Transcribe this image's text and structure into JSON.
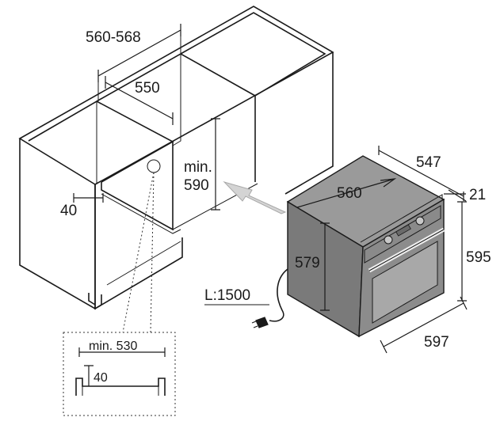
{
  "dimensions": {
    "cabinet_width": "560-568",
    "cabinet_inner_width": "550",
    "niche_height_min": "min.",
    "niche_height_value": "590",
    "side_offset": "40",
    "oven_depth": "547",
    "oven_inner_width": "560",
    "front_thickness": "21",
    "oven_height": "595",
    "oven_body_height": "579",
    "oven_width": "597",
    "cable_length": "L:1500",
    "detail_width": "min. 530",
    "detail_offset": "40"
  },
  "colors": {
    "line": "#1a1a1a",
    "oven_body": "#7a7a7a",
    "oven_top": "#9a9a9a",
    "oven_door": "#8c8c8c",
    "arrow": "#d4d4d4"
  }
}
